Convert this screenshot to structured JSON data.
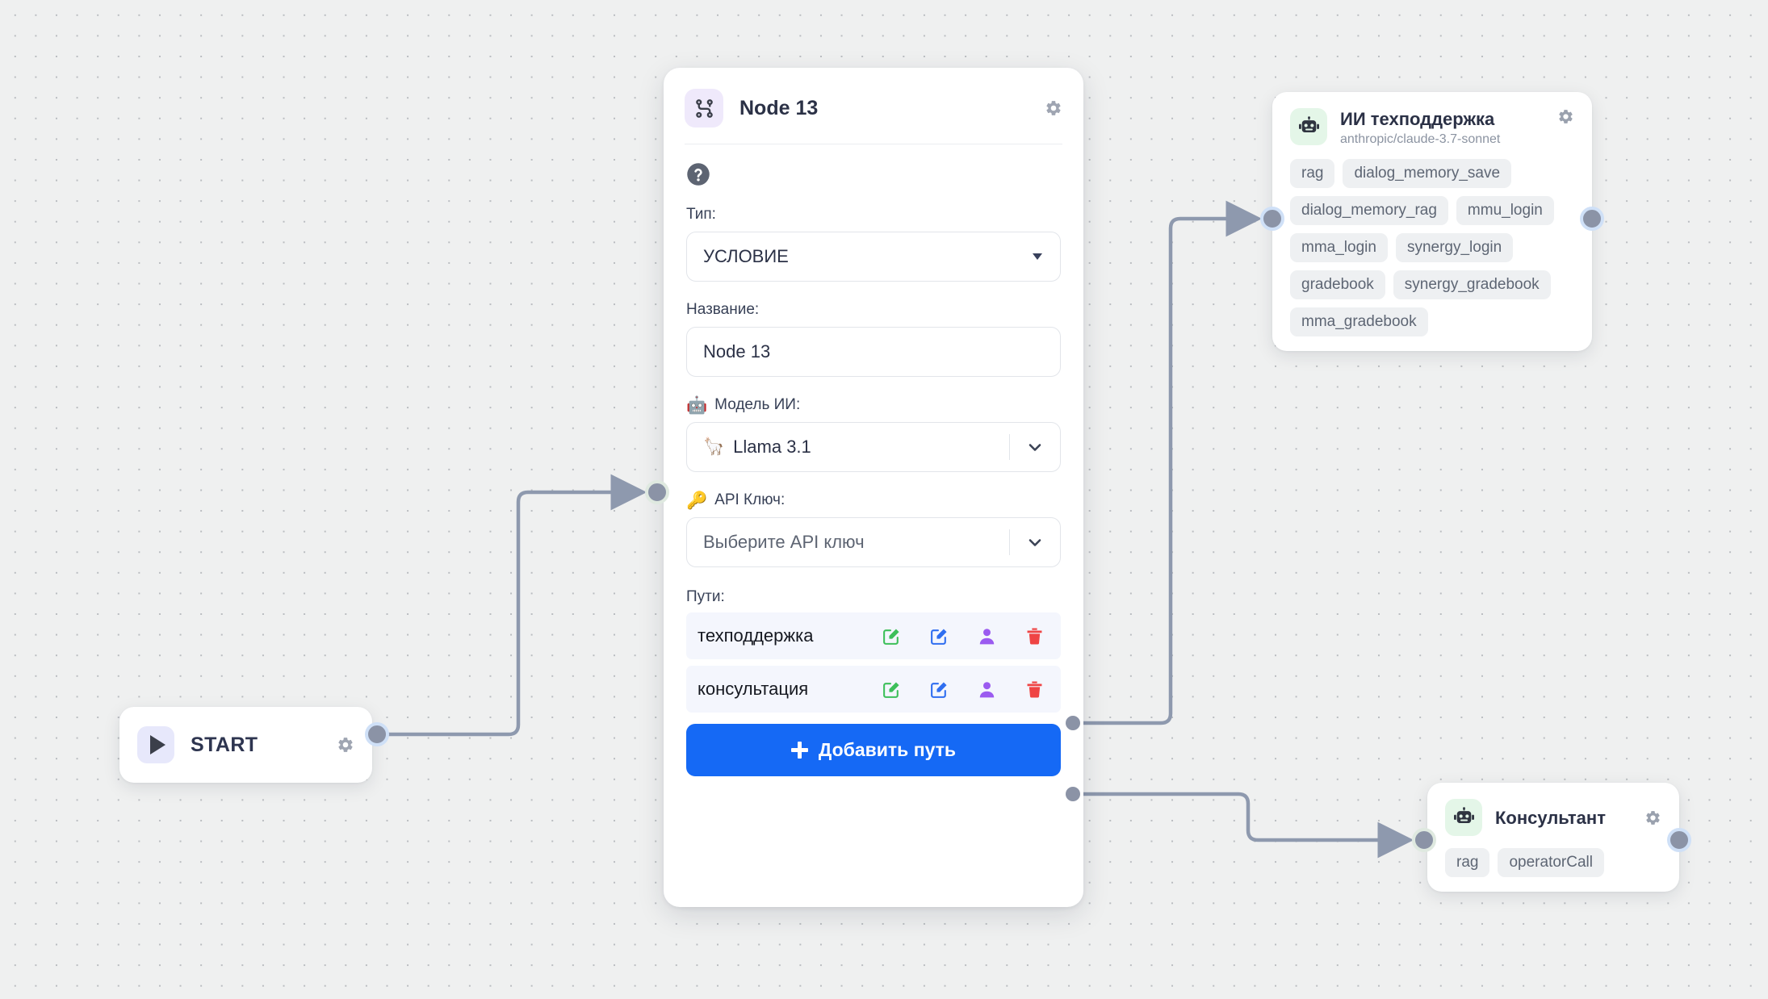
{
  "canvas": {
    "background_color": "#eff0f0",
    "grid": "dot-grid"
  },
  "start_node": {
    "title": "START",
    "icon": "play-icon",
    "gear_icon": "gear-icon"
  },
  "editor_node": {
    "title": "Node 13",
    "icon": "branch-icon",
    "gear_icon": "gear-icon",
    "help_icon": "help-circle-icon",
    "type_label": "Тип:",
    "type_value": "УСЛОВИЕ",
    "name_label": "Название:",
    "name_value": "Node 13",
    "model_label": "Модель ИИ:",
    "model_label_emoji": "🤖",
    "model_value": "Llama 3.1",
    "model_value_emoji": "🦙",
    "apikey_label": "API Ключ:",
    "apikey_label_emoji": "🔑",
    "apikey_placeholder": "Выберите API ключ",
    "paths_label": "Пути:",
    "paths": [
      {
        "name": "техподдержка"
      },
      {
        "name": "консультация"
      }
    ],
    "path_row_icons": [
      "edit-green-icon",
      "edit-blue-icon",
      "person-purple-icon",
      "trash-red-icon"
    ],
    "add_path_label": "Добавить путь",
    "add_path_icon": "plus-icon",
    "add_button_color": "#1569f5"
  },
  "ai_support_node": {
    "title": "ИИ техподдержка",
    "subtitle": "anthropic/claude-3.7-sonnet",
    "icon": "robot-icon",
    "gear_icon": "gear-icon",
    "tags": [
      "rag",
      "dialog_memory_save",
      "dialog_memory_rag",
      "mmu_login",
      "mma_login",
      "synergy_login",
      "gradebook",
      "synergy_gradebook",
      "mma_gradebook"
    ]
  },
  "consultant_node": {
    "title": "Консультант",
    "icon": "robot-icon",
    "gear_icon": "gear-icon",
    "tags": [
      "rag",
      "operatorCall"
    ]
  }
}
